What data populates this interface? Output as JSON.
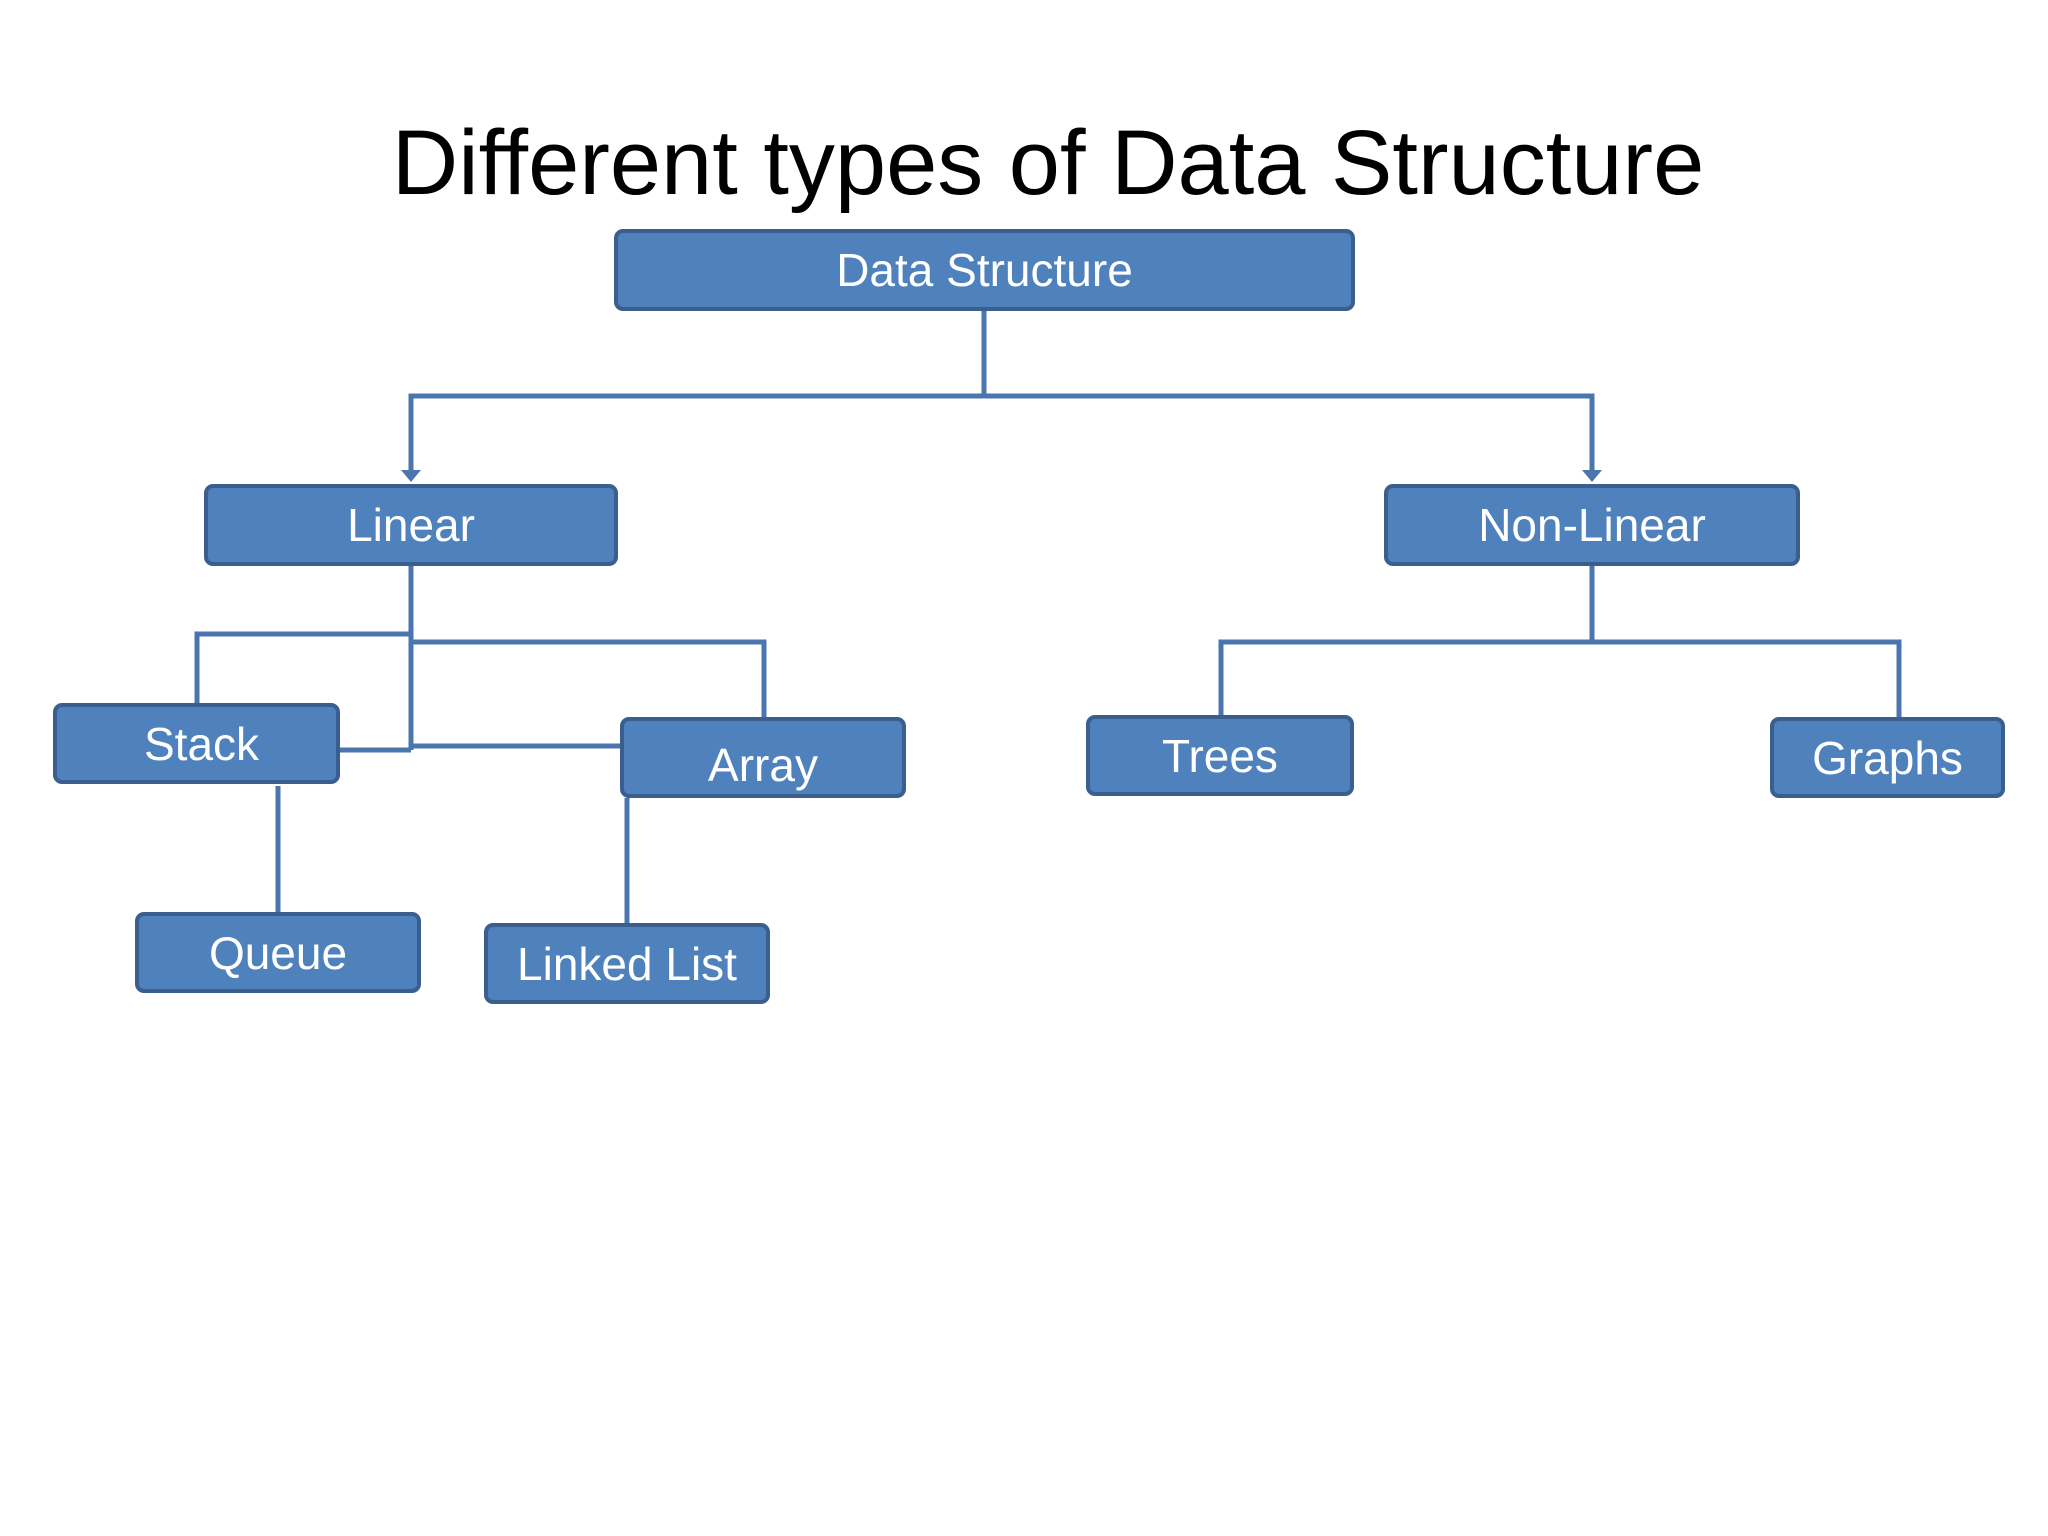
{
  "title": "Different types of Data Structure",
  "colors": {
    "node_fill": "#4f81bd",
    "node_border": "#3a5f8f",
    "connector": "#4a76ad",
    "title_text": "#000000",
    "node_text": "#ffffff"
  },
  "nodes": {
    "root": {
      "label": "Data Structure"
    },
    "linear": {
      "label": "Linear"
    },
    "non_linear": {
      "label": "Non-Linear"
    },
    "stack": {
      "label": "Stack"
    },
    "array": {
      "label": "Array"
    },
    "queue": {
      "label": "Queue"
    },
    "linked_list": {
      "label": "Linked List"
    },
    "trees": {
      "label": "Trees"
    },
    "graphs": {
      "label": "Graphs"
    }
  }
}
